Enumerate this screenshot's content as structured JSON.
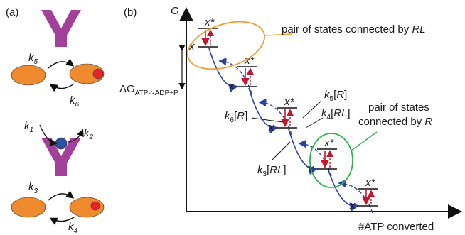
{
  "panel_a": {
    "label": "(a)",
    "k5": "k",
    "k5_sub": "5",
    "k6": "k",
    "k6_sub": "6",
    "k1": "k",
    "k1_sub": "1",
    "k2": "k",
    "k2_sub": "2",
    "k3": "k",
    "k3_sub": "3",
    "k4": "k",
    "k4_sub": "4"
  },
  "panel_b": {
    "label": "(b)",
    "y_axis": "G",
    "x_axis": "#ATP converted",
    "delta_g": "ΔG",
    "delta_g_sub": "ATP->ADP+P",
    "state_excited": "x*",
    "state_ground": "x",
    "ann_rl": "pair of states connected by RL",
    "ann_rl_prefix": "pair of states connected by ",
    "ann_rl_var": "RL",
    "ann_r_line1": "pair of states",
    "ann_r_line2_prefix": "connected by ",
    "ann_r_var": "R",
    "rate_k5R": "k5[R]",
    "rate_k4RL": "k4[RL]",
    "rate_k6R": "k6[R]",
    "rate_k3RL": "k3[RL]",
    "k": "k",
    "sub5": "5",
    "sub4": "4",
    "sub6": "6",
    "sub3": "3",
    "R": "R",
    "RL": "RL"
  },
  "colors": {
    "receptor": "#a3409a",
    "enzyme": "#f08a2e",
    "phospho": "#e8212b",
    "ligand": "#2e4e9e",
    "arrow_blue": "#2e3f9e",
    "arrow_red": "#c4172c",
    "ring_orange": "#f39c34",
    "ring_green": "#2ab34a"
  }
}
